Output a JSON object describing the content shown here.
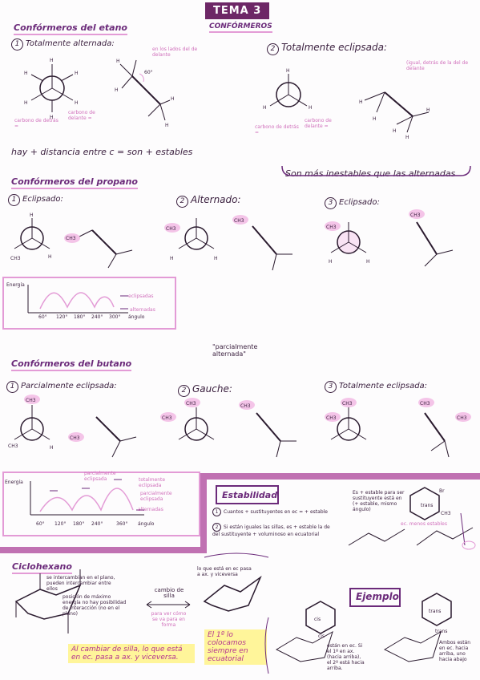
{
  "title": "TEMA 3",
  "subtitle": "CONFÓRMEROS",
  "ethane": {
    "header": "Confórmeros del etano",
    "s1": "Totalmente alternada:",
    "s2": "Totalmente eclipsada:",
    "note_back": "en los lados del de delante",
    "note_eclip": "(igual, detrás de la del de delante",
    "carbon_back": "carbono de detrás =",
    "carbon_front": "carbono de delante =",
    "angle": "60°",
    "rule1": "hay + distancia entre c = son + estables",
    "rule2": "Son más inestables que las alternadas"
  },
  "propane": {
    "header": "Confórmeros del propano",
    "s1": "Eclipsado:",
    "s2": "Alternado:",
    "s3": "Eclipsado:",
    "graph_ylabel": "Energía",
    "graph_leg1": "eclipsadas",
    "graph_leg2": "alternadas",
    "graph_xticks": [
      "60°",
      "120°",
      "180°",
      "240°",
      "300°"
    ],
    "graph_xlabel": "ángulo"
  },
  "butane": {
    "header": "Confórmeros del butano",
    "s1": "Parcialmente eclipsada:",
    "s2": "Gauche:",
    "s3": "Totalmente eclipsada:",
    "note_partial": "\"parcialmente alternada\"",
    "graph_ylabel": "Energía",
    "graph_note1": "parcialmente eclipsada",
    "graph_note2": "totalmente eclipsada",
    "graph_note3": "parcialmente eclipsada",
    "graph_leg": "alternadas",
    "graph_xticks": [
      "60°",
      "120°",
      "180°",
      "240°",
      "360°"
    ],
    "graph_xlabel": "ángulo"
  },
  "stability": {
    "header": "Estabilidad",
    "p1": "Cuantos + sustituyentes en ec = + estable",
    "p2": "Si están iguales las sillas, es + estable la de del sustituyente + voluminoso en ecuatorial",
    "note": "Es + estable para ser sustituyente está en (+ estable, mismo ángulo)",
    "trans": "trans",
    "br": "Br",
    "ch3": "CH3",
    "ec": "ec. menos estables"
  },
  "cyclohexane": {
    "header": "Ciclohexano",
    "n1": "se intercambian en el plano, pueden intercambiar entre ellos",
    "n2": "posición de máximo energía no hay posibilidad de interacción (no en el plano)",
    "chair": "cambio de silla",
    "chair2": "para ver cómo se va para en forma",
    "top": "lo que está en ec pasa a ax. y viceversa",
    "rule": "Al cambiar de silla, lo que está en ec. pasa a ax. y viceversa.",
    "rule2": "El 1º lo colocamos siempre en ecuatorial",
    "example": "Ejemplo",
    "cis": "cis",
    "trans": "trans",
    "ex_note1": "están en ec. Si el 1º en ax. (hacia arriba), el 2º está hacia arriba.",
    "ex_note2": "Ambos están en ec. hacia arriba, uno hacia abajo"
  }
}
